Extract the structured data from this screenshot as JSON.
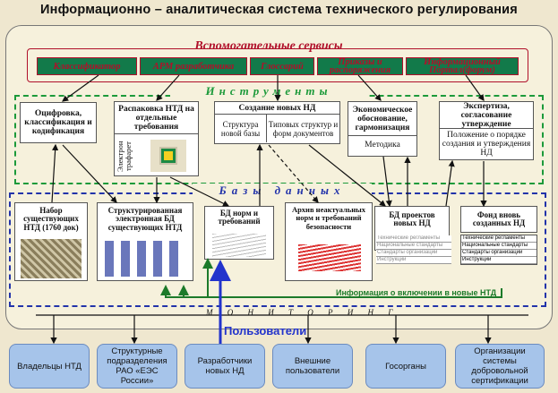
{
  "title": "Информационно – аналитическая система технического регулирования",
  "aux": {
    "title": "Вспомогательные сервисы",
    "items": [
      "Классификатор",
      "АРМ разработчика",
      "Глоссарий",
      "Приказы и распоряжения",
      "Информационный Портал(форум)"
    ]
  },
  "tools": {
    "title": "Инструменты",
    "digitize": "Оцифровка, классификация и кодификация",
    "unpack": "Распаковка НТД на отдельные требования",
    "stencil": "Электрон трафарет",
    "create_title": "Создание новых НД",
    "create_left": "Структура новой базы",
    "create_right": "Типовых структур и форм документов",
    "econ_title": "Экономическое обоснование, гармонизация",
    "econ_sub": "Методика",
    "expert_title": "Экспертиза, согласование утверждение",
    "expert_sub": "Положение о порядке создания и утверждения НД"
  },
  "db": {
    "title": "Базы данных",
    "set": "Набор существующих НТД (1760 док)",
    "structured": "Структурированная электронная БД существующих НТД",
    "norms": "БД норм и требований",
    "archive": "Архив неактуальных норм и требований безопасности",
    "projects": "БД проектов новых НД",
    "fund": "Фонд вновь созданных НД",
    "projects_rows": [
      "Технические регламенты",
      "Национальные стандарты",
      "Стандарты организаций",
      "Инструкции"
    ],
    "fund_rows": [
      "Технические регламенты",
      "Национальные стандарты",
      "Стандарты организаций",
      "Инструкции"
    ],
    "info_line": "Информация о включении в новые НТД"
  },
  "monitoring": "М О Н И Т О Р И Н Г",
  "users_label": "Пользователи",
  "users": [
    "Владельцы НТД",
    "Структурные подразделения РАО «ЕЭС России»",
    "Разработчики новых НД",
    "Внешние пользователи",
    "Госорганы",
    "Организации системы добровольной сертификации"
  ]
}
